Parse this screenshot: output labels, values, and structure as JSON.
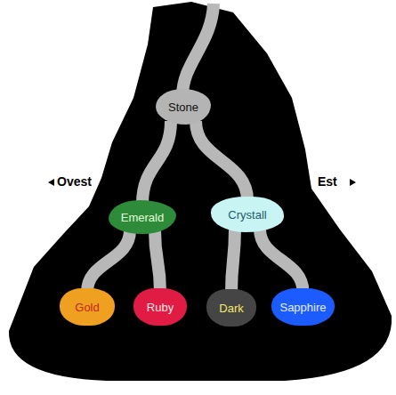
{
  "diagram": {
    "nodes": [
      {
        "text": [
          "Stone"
        ]
      },
      {
        "text": [
          "Emerald"
        ]
      },
      {
        "text": [
          "Crystall"
        ]
      },
      {
        "text": [
          "Gold"
        ]
      },
      {
        "text": [
          "Ruby"
        ]
      },
      {
        "text": [
          "Dark"
        ]
      },
      {
        "text": [
          "Sapphire"
        ]
      }
    ],
    "edges": [
      {
        "from": 0,
        "to": 1,
        "arrow": "none"
      },
      {
        "from": 0,
        "to": 2,
        "arrow": "none"
      },
      {
        "from": 1,
        "to": 3,
        "arrow": "none"
      },
      {
        "from": 1,
        "to": 4,
        "arrow": "none"
      },
      {
        "from": 2,
        "to": 5,
        "arrow": "none"
      },
      {
        "from": 2,
        "to": 6,
        "arrow": "none"
      }
    ],
    "labels": [
      "Ovest",
      "Est"
    ]
  }
}
